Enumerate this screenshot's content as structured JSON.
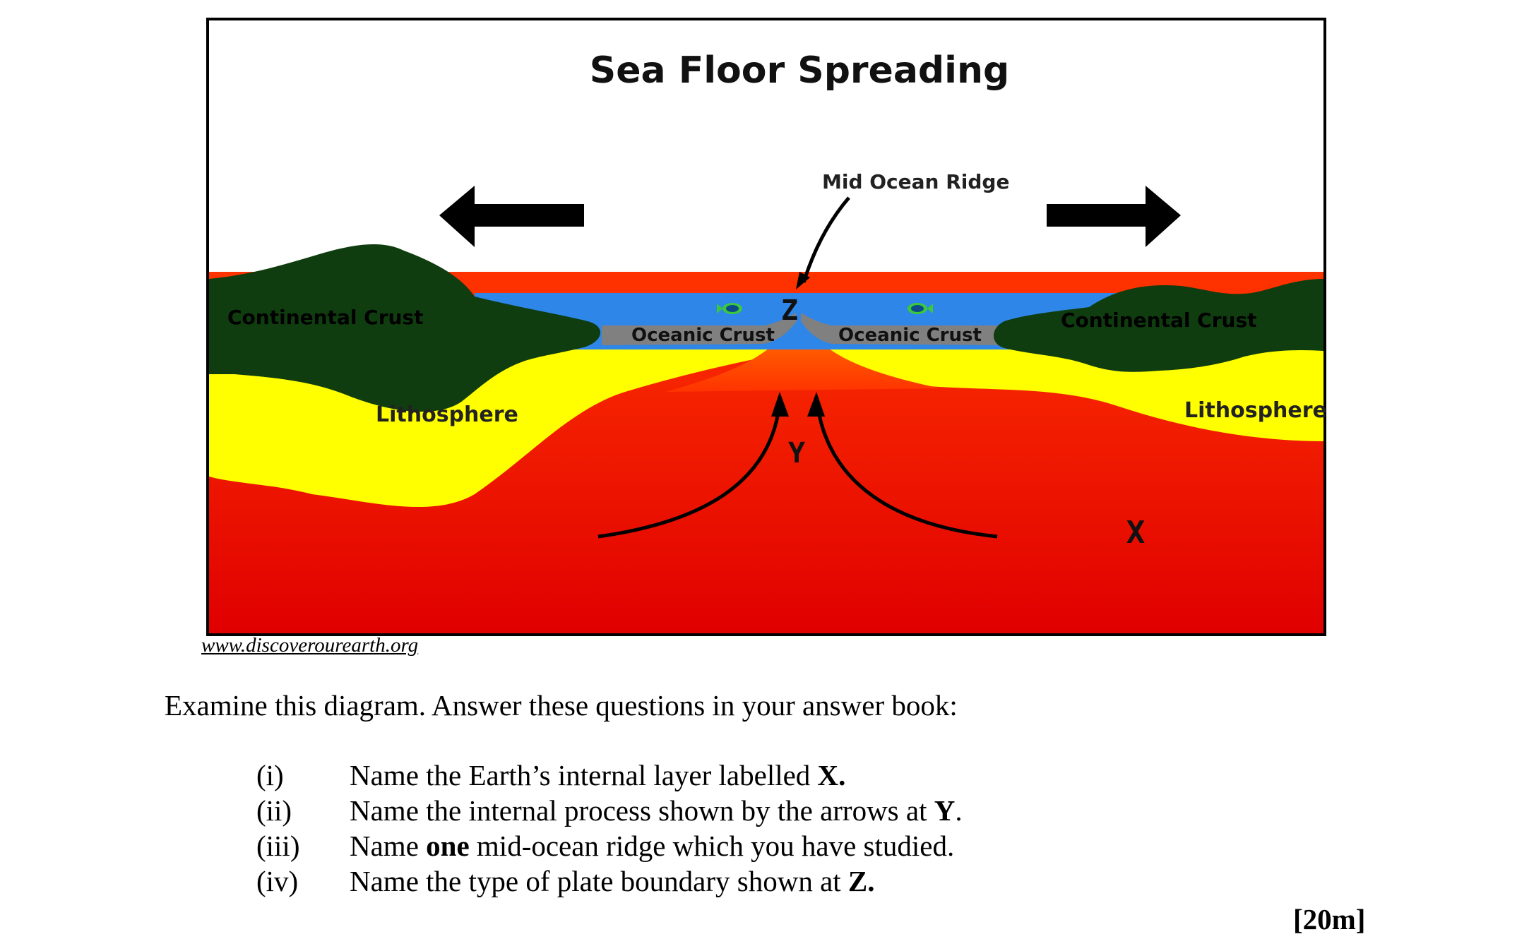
{
  "diagram": {
    "title": "Sea Floor Spreading",
    "labels": {
      "mid_ocean_ridge": "Mid Ocean Ridge",
      "continental_crust_left": "Continental Crust",
      "continental_crust_right": "Continental Crust",
      "oceanic_crust_left": "Oceanic Crust",
      "oceanic_crust_right": "Oceanic Crust",
      "lithosphere_left": "Lithosphere",
      "lithosphere_right": "Lithosphere",
      "marker_x": "X",
      "marker_y": "Y",
      "marker_z": "Z"
    },
    "colors": {
      "continental_crust": "#0f3d0f",
      "ocean": "#2e86e8",
      "oceanic_crust": "#808080",
      "lithosphere": "#ffff00",
      "mantle_upper": "#ff3300",
      "mantle_lower": "#e00000",
      "ridge": "#ff7a00",
      "fish": "#3cc83c"
    },
    "icons": [
      "arrow-left-icon",
      "arrow-right-icon",
      "fish-icon",
      "fish-icon"
    ]
  },
  "source": "www.discoverourearth.org",
  "intro": "Examine this diagram. Answer these questions in your answer book:",
  "questions": [
    {
      "num": "(i)",
      "pre": "Name the Earth’s internal layer labelled ",
      "bold": "X.",
      "post": ""
    },
    {
      "num": "(ii)",
      "pre": "Name the internal process shown by the arrows at ",
      "bold": "Y",
      "post": "."
    },
    {
      "num": "(iii)",
      "pre": "Name ",
      "bold": "one",
      "post": " mid-ocean ridge which you have studied."
    },
    {
      "num": "(iv)",
      "pre": "Name the type of plate boundary shown at ",
      "bold": "Z.",
      "post": ""
    }
  ],
  "marks": "[20m]"
}
